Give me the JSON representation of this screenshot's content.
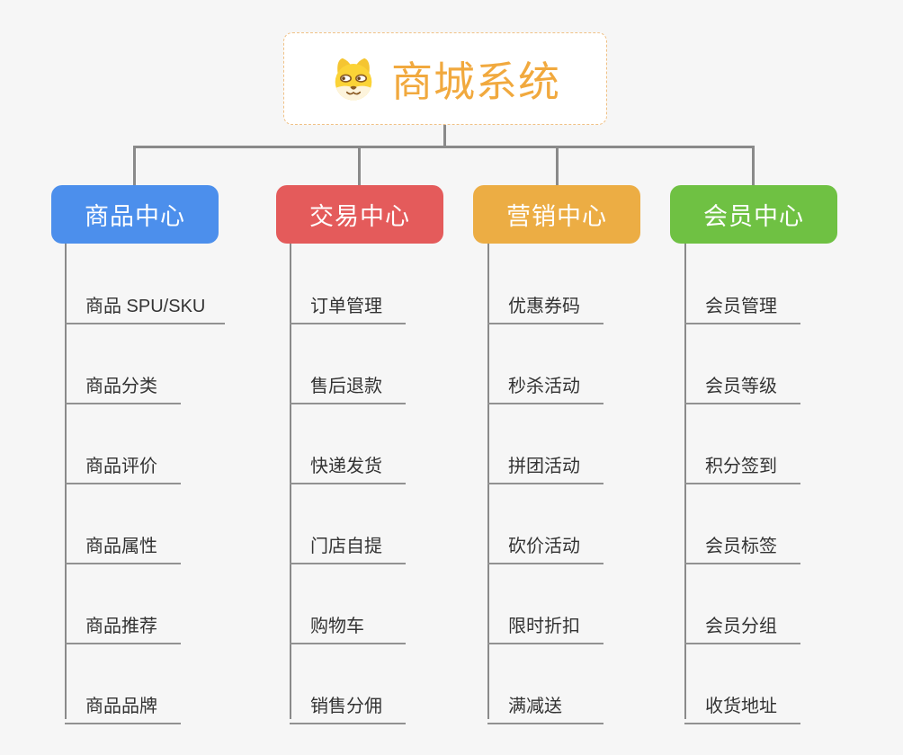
{
  "title": {
    "label": "商城系统",
    "icon": "dog-face-icon",
    "text_color": "#F1A93E",
    "border_color": "#F0C186"
  },
  "colors": {
    "background": "#F6F6F6",
    "connector": "#8A8A8A",
    "underline": "#919191",
    "leaf_text": "#333333"
  },
  "branches": [
    {
      "label": "商品中心",
      "color": "#4C8FEC",
      "items": [
        "商品 SPU/SKU",
        "商品分类",
        "商品评价",
        "商品属性",
        "商品推荐",
        "商品品牌"
      ]
    },
    {
      "label": "交易中心",
      "color": "#E45B5B",
      "items": [
        "订单管理",
        "售后退款",
        "快递发货",
        "门店自提",
        "购物车",
        "销售分佣"
      ]
    },
    {
      "label": "营销中心",
      "color": "#ECAD44",
      "items": [
        "优惠券码",
        "秒杀活动",
        "拼团活动",
        "砍价活动",
        "限时折扣",
        "满减送"
      ]
    },
    {
      "label": "会员中心",
      "color": "#6FC143",
      "items": [
        "会员管理",
        "会员等级",
        "积分签到",
        "会员标签",
        "会员分组",
        "收货地址"
      ]
    }
  ]
}
